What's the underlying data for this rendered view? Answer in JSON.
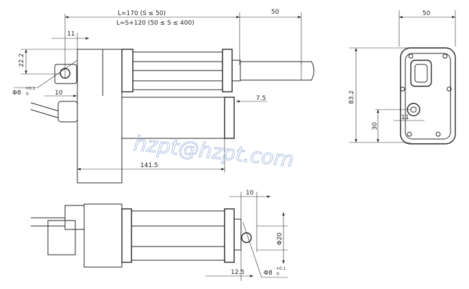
{
  "watermark": "hzpt@hzpt.com",
  "colors": {
    "line": "#222222",
    "watermark": "#9fb4d8"
  },
  "top_view": {
    "length_1": "L=170  (S ≤ 50)",
    "length_2": "L=S+120  (50 ≤ S ≤ 400)",
    "stroke_ext": "50",
    "bracket_w": "11",
    "height": "22.2",
    "hole_dia": "Φ8",
    "hole_tol_upper": "+0.1",
    "hole_tol_lower": "0",
    "hole_offset": "10",
    "rod_offset": "7.5",
    "body_len": "141.5"
  },
  "end_view": {
    "width": "50",
    "height": "83.2",
    "hole_height": "30",
    "hole_w": "11"
  },
  "bottom_view": {
    "end_w": "10",
    "rod_dia": "Φ20",
    "end_offset": "12.5",
    "hole_dia": "Φ8",
    "hole_tol_upper": "+0.1",
    "hole_tol_lower": "0"
  }
}
